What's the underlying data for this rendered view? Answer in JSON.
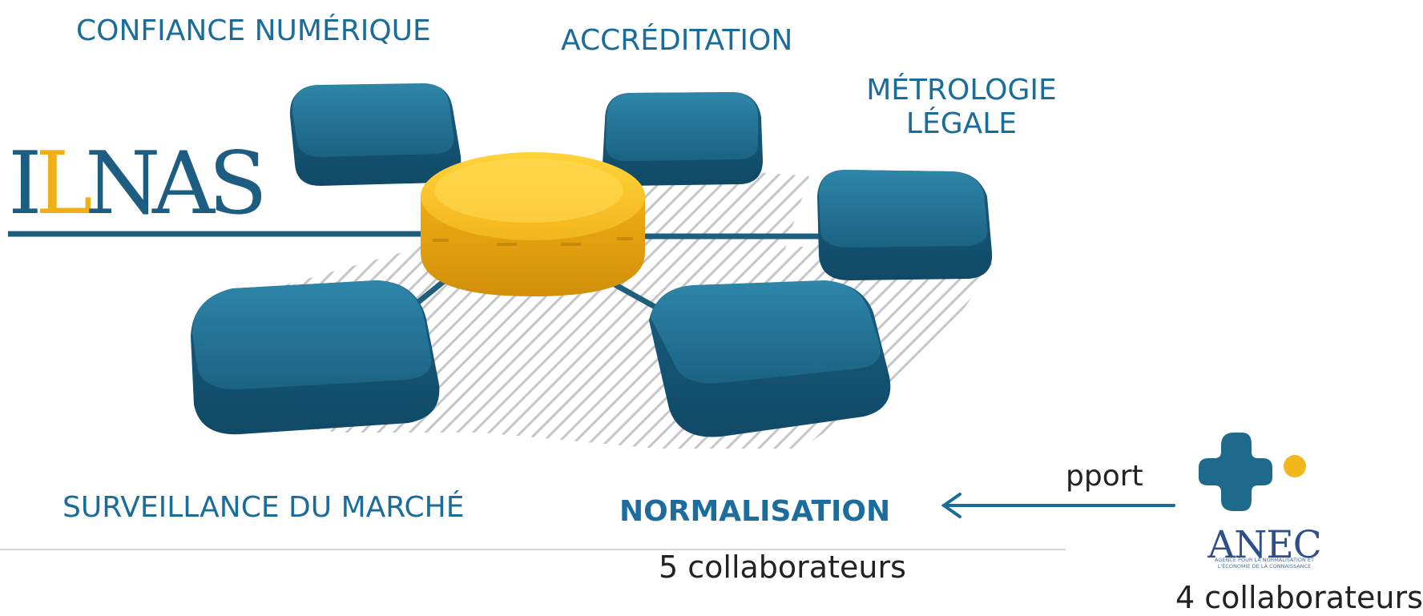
{
  "labels": {
    "confiance_numerique": "CONFIANCE NUMÉRIQUE",
    "accreditation": "ACCRÉDITATION",
    "metrologie_line1": "MÉTROLOGIE",
    "metrologie_line2": "LÉGALE",
    "surveillance": "SURVEILLANCE DU MARCHÉ",
    "normalisation": "NORMALISATION"
  },
  "normalisation_staff": "5 collaborateurs",
  "support_label": "pport",
  "ilnas_logo": {
    "text": "ILNAS"
  },
  "anec": {
    "name": "ANEC",
    "subtitle_line1": "AGENCE POUR LA NORMALISATION ET",
    "subtitle_line2": "L'ÉCONOMIE DE LA CONNAISSANCE",
    "staff": "4 collaborateurs"
  },
  "colors": {
    "label_blue": "#1a6c9a",
    "module_blue": "#1f6a8a",
    "hub_yellow": "#f2b417",
    "anec_yellow": "#f0b81a"
  }
}
